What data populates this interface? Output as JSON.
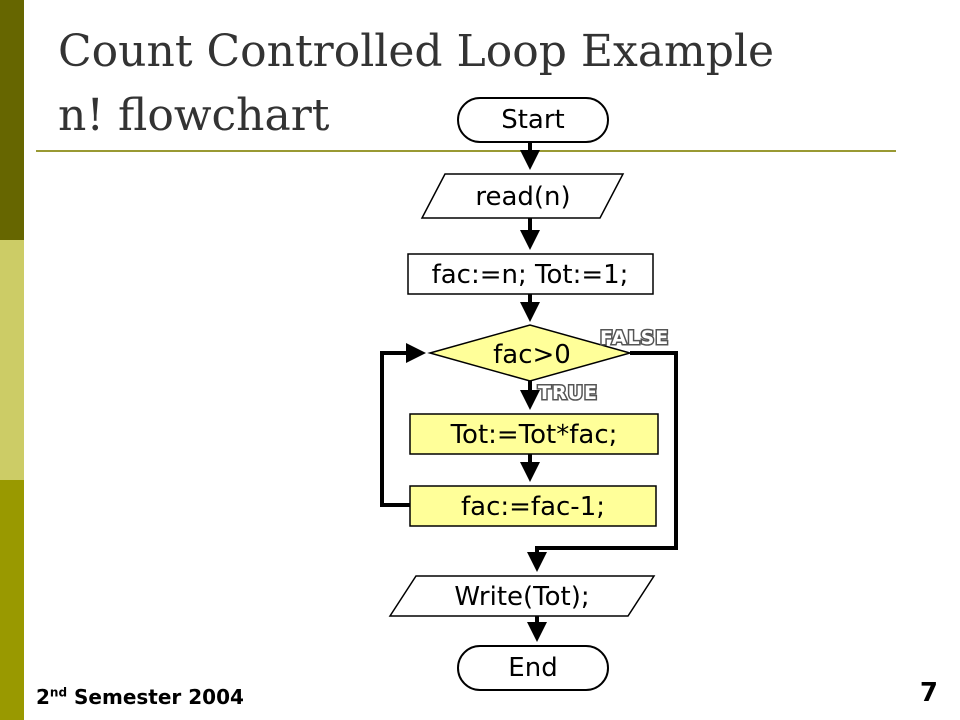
{
  "slide": {
    "title_line1": "Count Controlled Loop Example",
    "title_line2": "n! flowchart",
    "footer_prefix": "2",
    "footer_sup": "nd",
    "footer_suffix": " Semester 2004",
    "page_number": "7"
  },
  "flowchart": {
    "start": "Start",
    "read": "read(n)",
    "init": "fac:=n; Tot:=1;",
    "condition": "fac>0",
    "false_label": "FALSE",
    "true_label": "TRUE",
    "body1": "Tot:=Tot*fac;",
    "body2": "fac:=fac-1;",
    "write": "Write(Tot);",
    "end": "End"
  },
  "colors": {
    "sidebar_dark": "#666600",
    "sidebar_light": "#cccc66",
    "sidebar_mid": "#999900",
    "highlight_fill": "#ffff99",
    "rule": "#999933"
  }
}
